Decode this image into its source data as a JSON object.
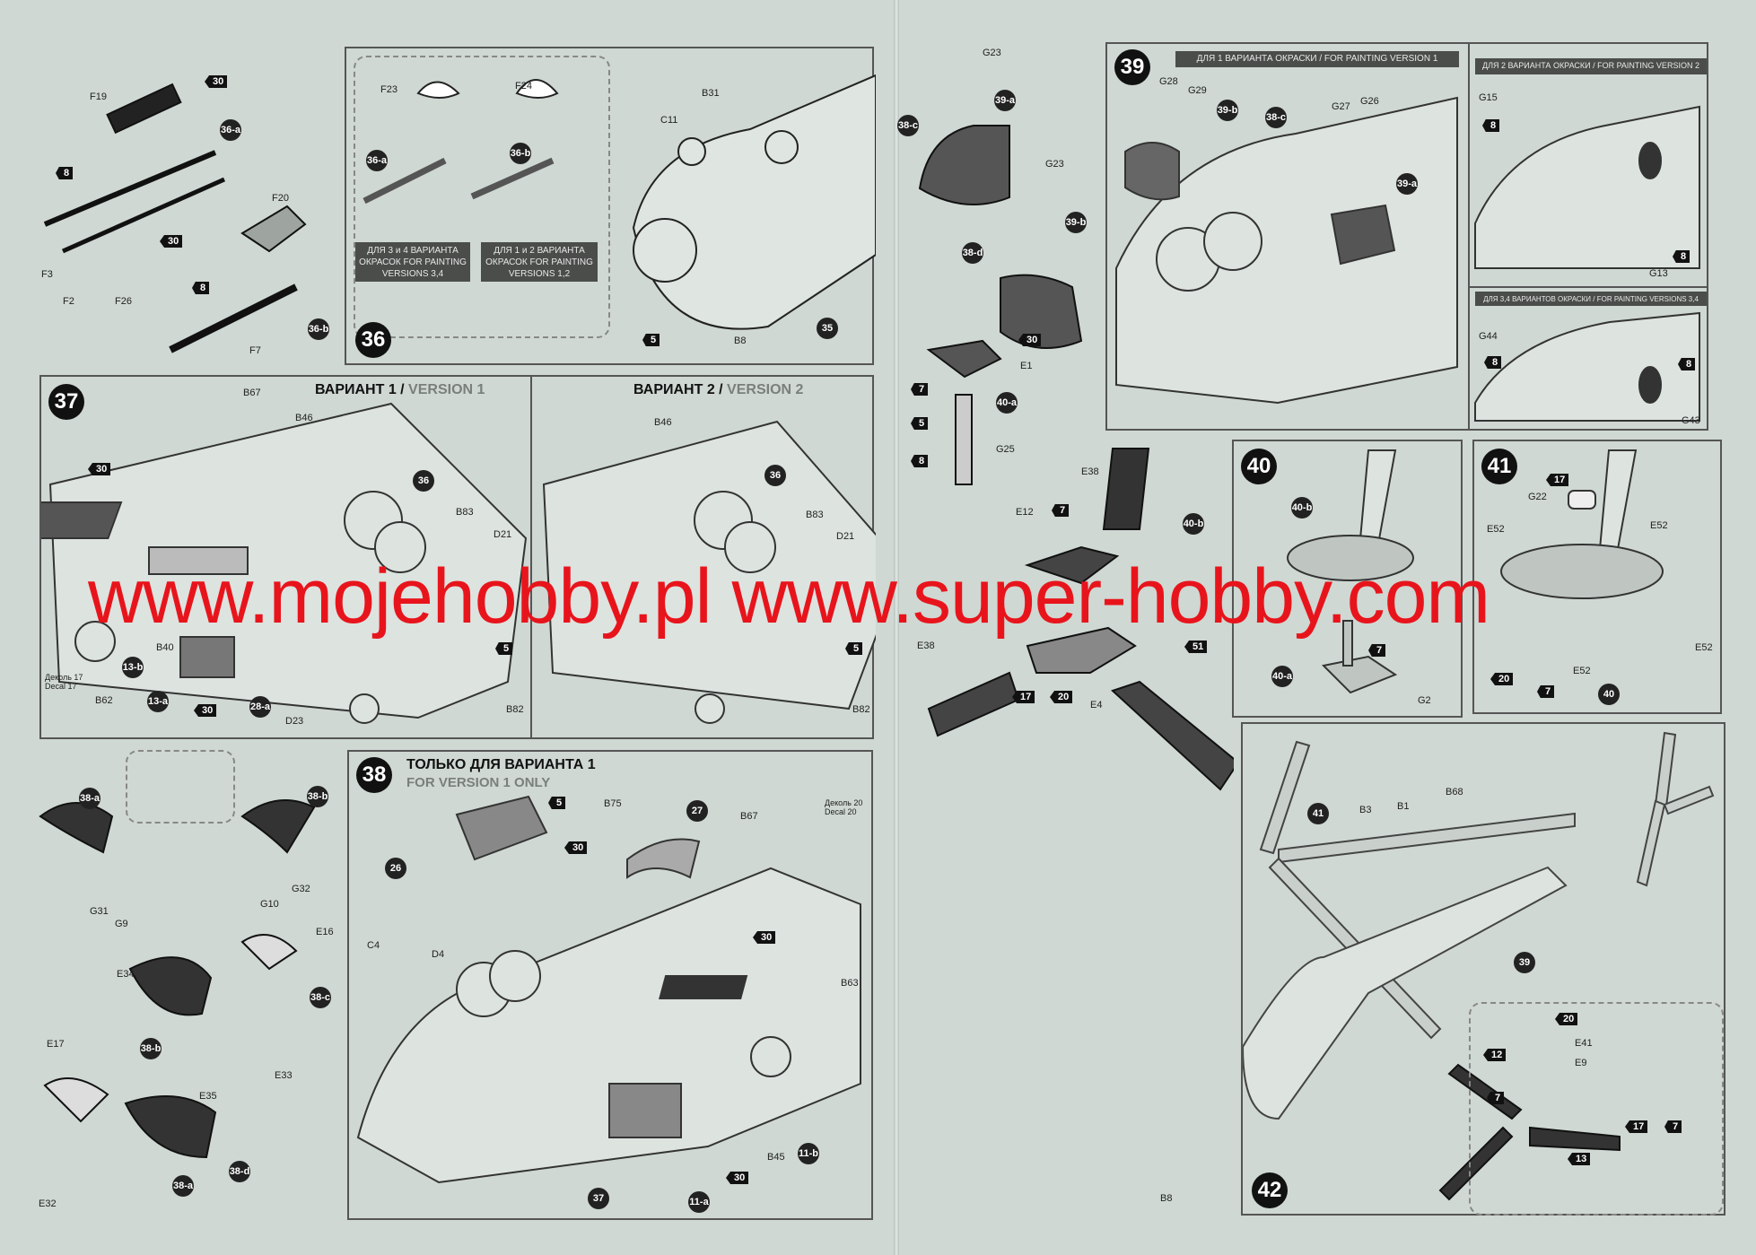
{
  "steps": {
    "s36": {
      "number": "36",
      "box_left": "ДЛЯ 3 и 4 ВАРИАНТА ОКРАСОК FOR PAINTING VERSIONS 3,4",
      "box_right": "ДЛЯ 1 и 2 ВАРИАНТА ОКРАСОК FOR PAINTING VERSIONS 1,2"
    },
    "s37": {
      "number": "37",
      "v1_ru": "ВАРИАНТ 1 / ",
      "v1_en": "VERSION 1",
      "v2_ru": "ВАРИАНТ 2 / ",
      "v2_en": "VERSION 2",
      "decal": "Деколь 17 Decal 17"
    },
    "s38": {
      "number": "38",
      "title_ru": "ТОЛЬКО ДЛЯ ВАРИАНТА 1",
      "title_en": "FOR VERSION 1 ONLY",
      "decal": "Деколь 20 Decal 20"
    },
    "s39": {
      "number": "39",
      "bar1": "ДЛЯ 1 ВАРИАНТА ОКРАСКИ / FOR PAINTING VERSION 1",
      "bar2": "ДЛЯ 2 ВАРИАНТА ОКРАСКИ / FOR PAINTING VERSION 2",
      "bar3": "ДЛЯ 3,4 ВАРИАНТОВ ОКРАСКИ / FOR PAINTING VERSIONS 3,4"
    },
    "s40": {
      "number": "40"
    },
    "s41": {
      "number": "41"
    },
    "s42": {
      "number": "42"
    }
  },
  "parts": [
    "F19",
    "F3",
    "F2",
    "F26",
    "F20",
    "F7",
    "F23",
    "F24",
    "C11",
    "B31",
    "B8",
    "B67",
    "B46",
    "B83",
    "D21",
    "B40",
    "B62",
    "D23",
    "B82",
    "B75",
    "B67",
    "B63",
    "B45",
    "C4",
    "D4",
    "G31",
    "G9",
    "G10",
    "G32",
    "E34",
    "E16",
    "E17",
    "E35",
    "E33",
    "E32",
    "G23",
    "E1",
    "G25",
    "G28",
    "G29",
    "G27",
    "G26",
    "G15",
    "G13",
    "G44",
    "G43",
    "E38",
    "E12",
    "E4",
    "G22",
    "E52",
    "G2",
    "B3",
    "B1",
    "B68",
    "E41",
    "E9"
  ],
  "refs": [
    "36-a",
    "36-b",
    "35",
    "36",
    "38-a",
    "38-b",
    "38-c",
    "38-d",
    "39-a",
    "39-b",
    "40-a",
    "40-b",
    "13-b",
    "13-a",
    "28-a",
    "27",
    "26",
    "37",
    "11-b",
    "11-a",
    "41",
    "39",
    "40"
  ],
  "glue": [
    "30",
    "8",
    "5",
    "7",
    "17",
    "20",
    "12",
    "13",
    "51"
  ],
  "watermark": "www.mojehobby.pl www.super-hobby.com"
}
